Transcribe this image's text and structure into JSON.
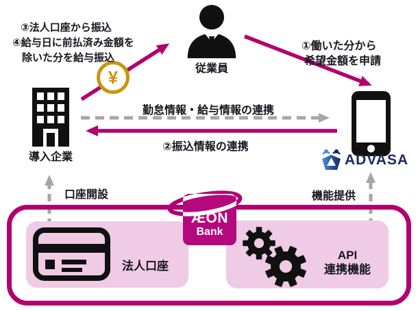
{
  "colors": {
    "magenta": "#B2006F",
    "aeon_logo_bg": "#B5087D",
    "light_pink": "#F0CBE5",
    "gray_arrow": "#A6A6A6",
    "gold_coin": "#C8960B",
    "advasa_navy": "#1F2A5E",
    "icon_black": "#111111",
    "text_dark": "#15151E"
  },
  "flow": {
    "step1_line1": "①働いた分から",
    "step1_line2": "希望金額を申請",
    "step2": "②振込情報の連携",
    "step3": "③法人口座から振込",
    "step4_line1": "④給与日に前払済み金額を",
    "step4_line2": "除いた分を給与振込",
    "attendance_salary_link": "勤怠情報・給与情報の連携",
    "account_opening": "口座開設",
    "function_provision": "機能提供"
  },
  "actors": {
    "employee": "従業員",
    "company": "導入企業",
    "advasa": "ADVASA"
  },
  "bank_section": {
    "logo_line1": "ÆON",
    "logo_line2": "Bank",
    "corporate_account": "法人口座",
    "api_line1": "API",
    "api_line2": "連携機能"
  },
  "symbols": {
    "yen": "¥"
  }
}
